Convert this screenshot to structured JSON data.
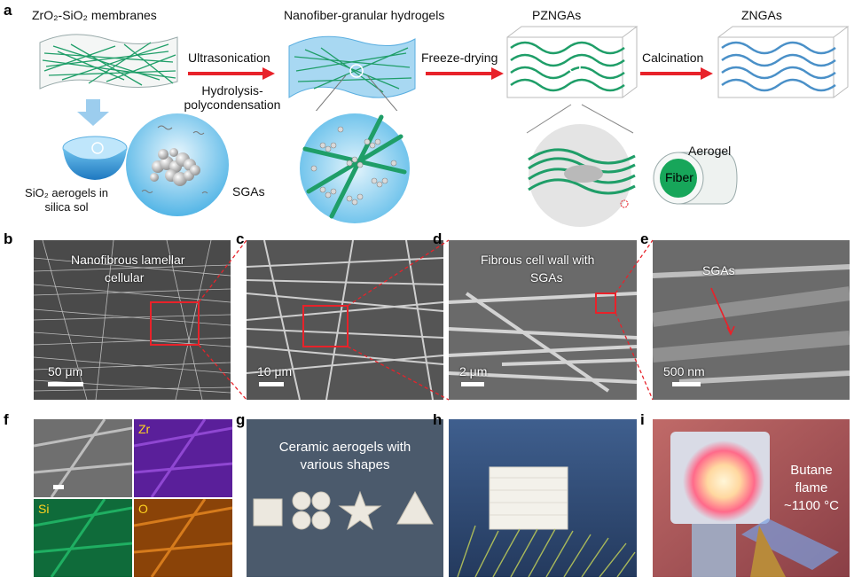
{
  "panel_labels": {
    "a": "a",
    "b": "b",
    "c": "c",
    "d": "d",
    "e": "e",
    "f": "f",
    "g": "g",
    "h": "h",
    "i": "i"
  },
  "schematic": {
    "membranes_label": "ZrO₂-SiO₂ membranes",
    "hydrogels_label": "Nanofiber-granular hydrogels",
    "pzngas_label": "PZNGAs",
    "zngas_label": "ZNGAs",
    "step_ultrasonication": "Ultrasonication",
    "step_hydrolysis_1": "Hydrolysis-",
    "step_hydrolysis_2": "polycondensation",
    "step_freeze": "Freeze-drying",
    "step_calcination": "Calcination",
    "sol_label_1": "SiO₂ aerogels in",
    "sol_label_2": "silica sol",
    "sgas_label": "SGAs",
    "aerogel_label": "Aerogel",
    "fiber_label": "Fiber"
  },
  "sem": {
    "b": {
      "caption_1": "Nanofibrous lamellar",
      "caption_2": "cellular",
      "scale": "50 μm"
    },
    "c": {
      "scale": "10 μm"
    },
    "d": {
      "caption_1": "Fibrous cell wall with",
      "caption_2": "SGAs",
      "scale": "2 μm"
    },
    "e": {
      "caption": "SGAs",
      "scale": "500 nm"
    }
  },
  "eds": {
    "zr": "Zr",
    "si": "Si",
    "o": "O"
  },
  "photos": {
    "g_caption_1": "Ceramic aerogels with",
    "g_caption_2": "various shapes",
    "i_caption_1": "Butane",
    "i_caption_2": "flame",
    "i_caption_3": "~1100 °C"
  },
  "colors": {
    "arrow_red": "#e8222a",
    "fiber_green": "#1f9e68",
    "fiber_blue": "#4a90c8",
    "map_zr": "#8a2fd0",
    "map_si": "#17a65a",
    "map_o": "#e07a12"
  }
}
